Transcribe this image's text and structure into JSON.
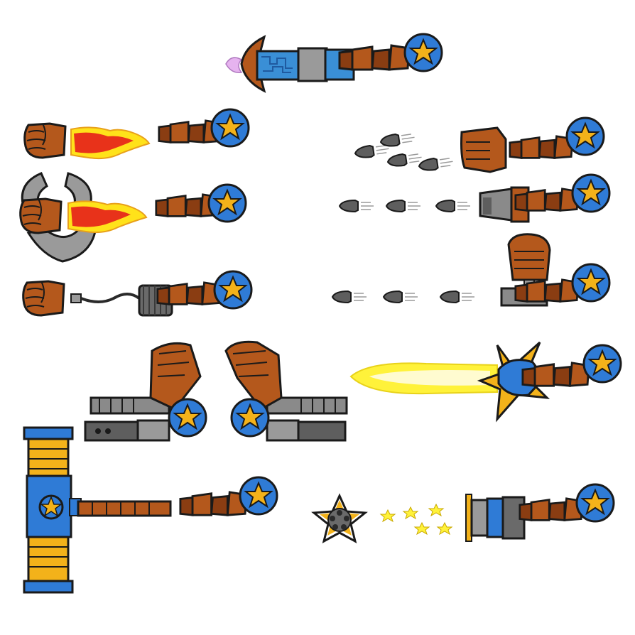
{
  "sheet": {
    "background": "#ffffff",
    "colors": {
      "copper": "#b4581c",
      "copper_dark": "#7a3510",
      "outline": "#1a1a1a",
      "joint_blue": "#2f7bd6",
      "star_gold": "#f3b21a",
      "fire_red": "#e8321a",
      "fire_yellow": "#ffe21a",
      "steel": "#9a9a9a",
      "steel_dark": "#5e5e5e",
      "laser_yellow": "#fff23a",
      "drill_blue": "#3a8fd6"
    },
    "sprites": [
      {
        "name": "drill-arm",
        "icon": "drill-icon"
      },
      {
        "name": "rocket-punch-arm",
        "icon": "rocket-fist-icon"
      },
      {
        "name": "axe-rocket-punch-arm",
        "icon": "axe-icon"
      },
      {
        "name": "grapple-fist-arm",
        "icon": "coil-cable-icon"
      },
      {
        "name": "open-hand-bullet-arm",
        "icon": "bullet-icon"
      },
      {
        "name": "cannon-arm",
        "icon": "cannon-icon"
      },
      {
        "name": "raised-fist-gun-arm",
        "icon": "pistol-icon"
      },
      {
        "name": "twin-gatling-arms",
        "icon": "gatling-icon"
      },
      {
        "name": "laser-sword-arm",
        "icon": "laser-blade-icon"
      },
      {
        "name": "hammer-arm",
        "icon": "hammer-icon"
      },
      {
        "name": "star-revolver-arm",
        "icon": "star-icon"
      }
    ]
  }
}
